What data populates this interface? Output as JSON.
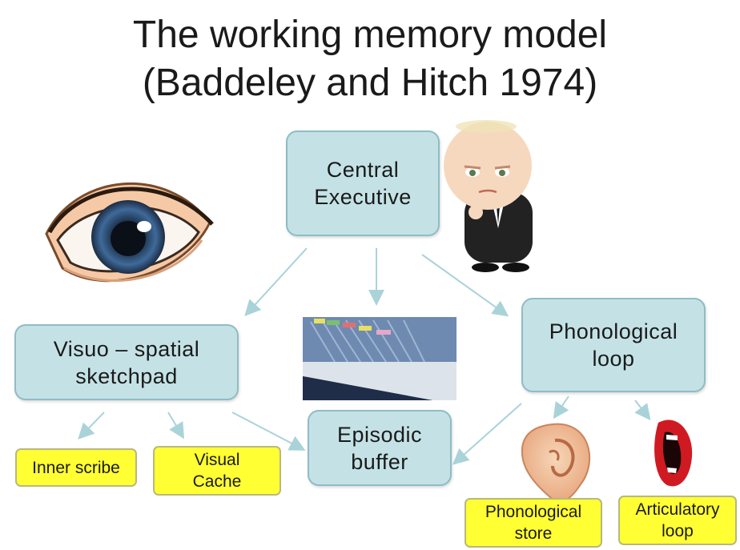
{
  "title": {
    "line1": "The working memory model",
    "line2": "(Baddeley and Hitch 1974)"
  },
  "components": {
    "central_executive": "Central\nExecutive",
    "visuo_spatial": "Visuo – spatial\nsketchpad",
    "phonological_loop": "Phonological\nloop",
    "episodic_buffer": "Episodic\nbuffer"
  },
  "subcomponents": {
    "inner_scribe": "Inner scribe",
    "visual_cache": "Visual\nCache",
    "phonological_store": "Phonological\nstore",
    "articulatory_loop": "Articulatory\nloop"
  },
  "colors": {
    "component_fill": "#c4e2e6",
    "component_border": "#8fbcc4",
    "subcomponent_fill": "#ffff33",
    "arrow": "#a9d3d9"
  },
  "illustrations": [
    "eye-illustration",
    "cartoon-baby-in-suit",
    "file-drawer-photo",
    "ear-illustration",
    "mouth-illustration"
  ]
}
